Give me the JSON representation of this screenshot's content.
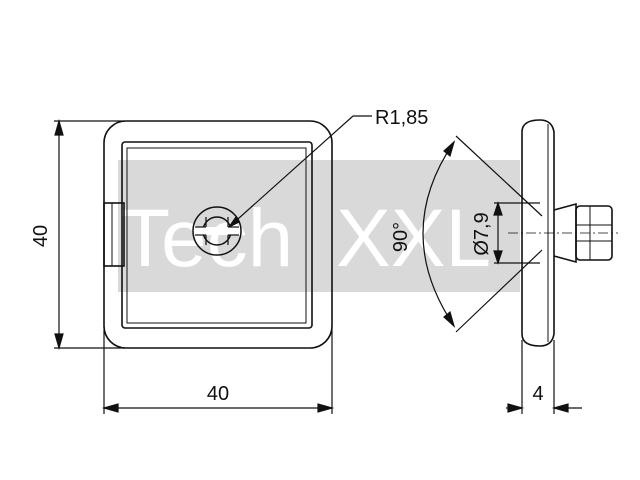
{
  "watermark": {
    "part1": "Tech",
    "part2": "XXL",
    "color": "#d9d9d9"
  },
  "dimensions": {
    "height_front": "40",
    "width_front": "40",
    "radius": "R1,85",
    "diameter": "Ø7,9",
    "angle": "90°",
    "thickness": "4"
  },
  "colors": {
    "line": "#111111",
    "background": "#ffffff"
  }
}
